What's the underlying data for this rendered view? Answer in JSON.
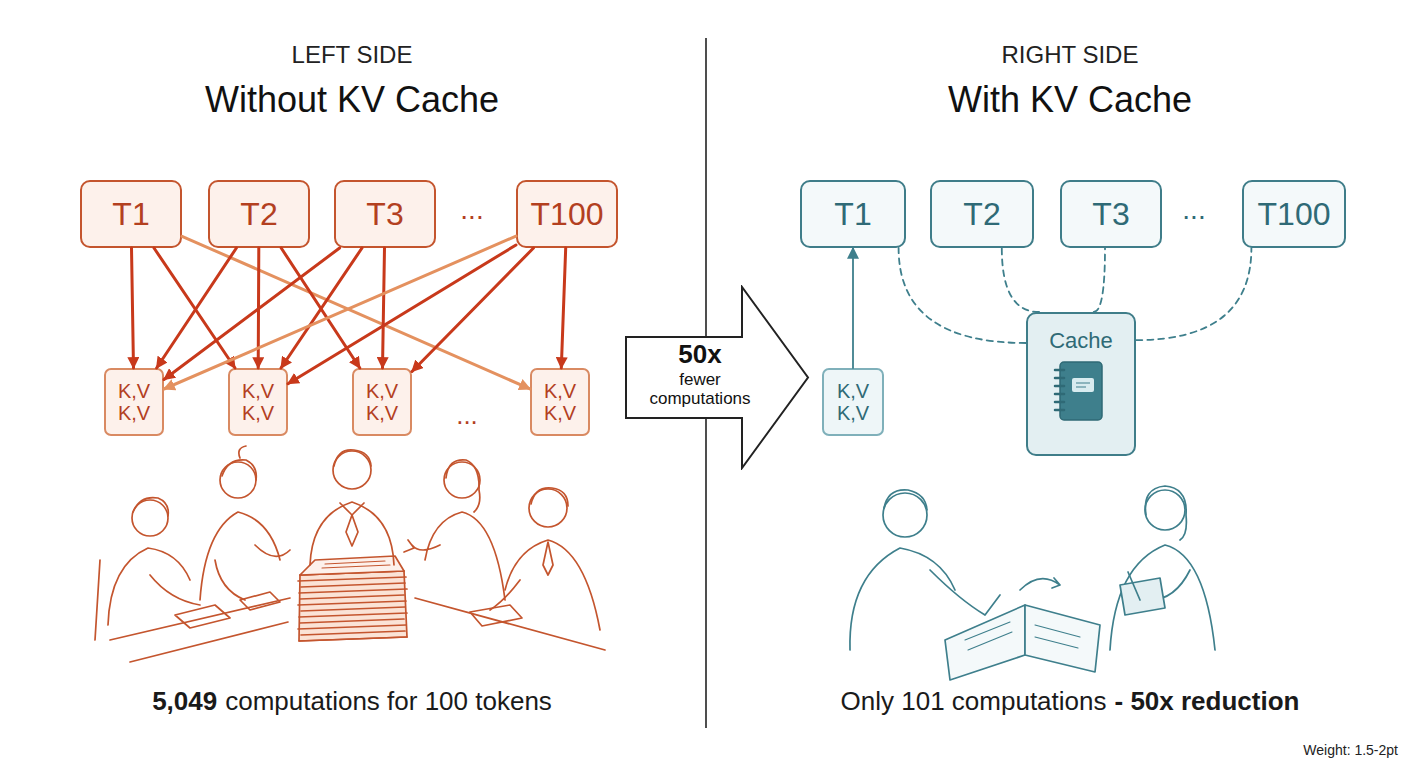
{
  "diagram": {
    "nodes": [
      {
        "text": [
          "T1"
        ]
      },
      {
        "text": [
          "T2"
        ]
      },
      {
        "text": [
          "T3"
        ]
      },
      {
        "text": [
          "T100"
        ]
      },
      {
        "text": [
          "K,V K,V"
        ]
      },
      {
        "text": [
          "K,V K,V"
        ]
      },
      {
        "text": [
          "K,V K,V"
        ]
      },
      {
        "text": [
          "K,V K,V"
        ]
      },
      {
        "text": [
          "50x",
          "fewer computations"
        ]
      },
      {
        "text": [
          "T1"
        ]
      },
      {
        "text": [
          "T2"
        ]
      },
      {
        "text": [
          "T3"
        ]
      },
      {
        "text": [
          "T100"
        ]
      },
      {
        "text": [
          "K,V K,V"
        ]
      },
      {
        "text": [
          "Cache"
        ]
      }
    ],
    "edges": [
      {
        "from": 0,
        "to": 4,
        "arrow": "to"
      },
      {
        "from": 0,
        "to": 5,
        "arrow": "to"
      },
      {
        "from": 0,
        "to": 7,
        "arrow": "to"
      },
      {
        "from": 1,
        "to": 4,
        "arrow": "to"
      },
      {
        "from": 1,
        "to": 5,
        "arrow": "to"
      },
      {
        "from": 1,
        "to": 6,
        "arrow": "to"
      },
      {
        "from": 2,
        "to": 4,
        "arrow": "to"
      },
      {
        "from": 2,
        "to": 5,
        "arrow": "to"
      },
      {
        "from": 2,
        "to": 6,
        "arrow": "to"
      },
      {
        "from": 3,
        "to": 4,
        "arrow": "to"
      },
      {
        "from": 3,
        "to": 5,
        "arrow": "to"
      },
      {
        "from": 3,
        "to": 6,
        "arrow": "to"
      },
      {
        "from": 3,
        "to": 7,
        "arrow": "to"
      },
      {
        "from": 13,
        "to": 9,
        "arrow": "to"
      },
      {
        "from": 14,
        "to": 9,
        "arrow": "none"
      },
      {
        "from": 14,
        "to": 10,
        "arrow": "none"
      },
      {
        "from": 14,
        "to": 11,
        "arrow": "none"
      },
      {
        "from": 14,
        "to": 12,
        "arrow": "none"
      }
    ],
    "labels": [
      "LEFT SIDE",
      "Without KV Cache",
      "...",
      "...",
      "5,049",
      "computations for 100 tokens",
      "RIGHT SIDE",
      "With KV Cache",
      "...",
      "Only 101 computations",
      "- 50x reduction",
      "Weight: 1.5-2pt"
    ]
  }
}
